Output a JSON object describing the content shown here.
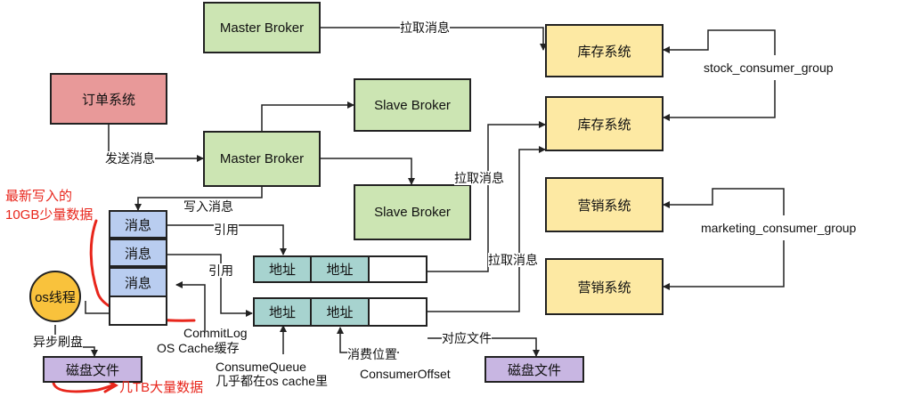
{
  "boxes": {
    "master_broker_top": "Master Broker",
    "order_system": "订单系统",
    "slave_broker_top": "Slave Broker",
    "master_broker_mid": "Master Broker",
    "slave_broker_bottom": "Slave Broker",
    "inventory_1": "库存系统",
    "inventory_2": "库存系统",
    "marketing_1": "营销系统",
    "marketing_2": "营销系统",
    "msg_1": "消息",
    "msg_2": "消息",
    "msg_3": "消息",
    "addr_row1_a": "地址",
    "addr_row1_b": "地址",
    "addr_row2_a": "地址",
    "addr_row2_b": "地址",
    "disk_file_left": "磁盘文件",
    "disk_file_right": "磁盘文件",
    "os_thread": "os线程"
  },
  "labels": {
    "pull_msg_top": "拉取消息",
    "send_msg": "发送消息",
    "write_msg": "写入消息",
    "pull_msg_mid": "拉取消息",
    "pull_msg_low": "拉取消息",
    "ref_1": "引用",
    "ref_2": "引用",
    "async_flush": "异步刷盘",
    "commitlog": "CommitLog",
    "os_cache_buffer": "OS Cache缓存",
    "consume_queue": "ConsumeQueue",
    "consume_pos": "消费位置",
    "consumer_offset": "ConsumerOffset",
    "corresponding_file": "对应文件",
    "stock_group": "stock_consumer_group",
    "marketing_group": "marketing_consumer_group"
  },
  "annotations": {
    "latest_written": "最新写入的",
    "ten_gb": "10GB少量数据",
    "almost_in_cache": "几乎都在os cache里",
    "several_tb": "几TB大量数据"
  },
  "colors": {
    "green": "#cce5b3",
    "yellow": "#fde9a3",
    "red": "#e89999",
    "blue": "#b9cdf0",
    "purple": "#c8b6e2",
    "teal": "#a7d3cf",
    "annotation_red": "#e8261c",
    "os_thread_fill": "#f9c23c"
  }
}
